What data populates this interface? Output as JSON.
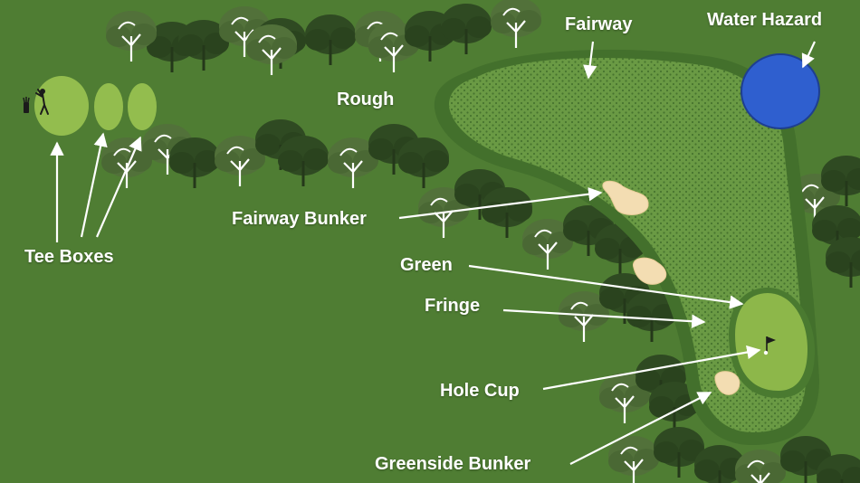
{
  "labels": {
    "fairway": "Fairway",
    "water_hazard": "Water Hazard",
    "rough": "Rough",
    "tee_boxes": "Tee Boxes",
    "fairway_bunker": "Fairway Bunker",
    "green": "Green",
    "fringe": "Fringe",
    "hole_cup": "Hole Cup",
    "greenside_bunker": "Greenside Bunker"
  },
  "icons": [
    "golfer-icon",
    "golf-bag-icon",
    "flag-icon",
    "tree-icon"
  ],
  "colors": {
    "rough": "#4f7d33",
    "fairway": "#6a9a44",
    "fairway_border": "#43702c",
    "green": "#8db74a",
    "fringe": "#4a7a30",
    "tee_box": "#93bd4e",
    "water": "#2f5fcf",
    "sand": "#f3ddb2",
    "tree_light": "#52713a",
    "tree_dark": "#2f4a22",
    "label": "#ffffff"
  }
}
